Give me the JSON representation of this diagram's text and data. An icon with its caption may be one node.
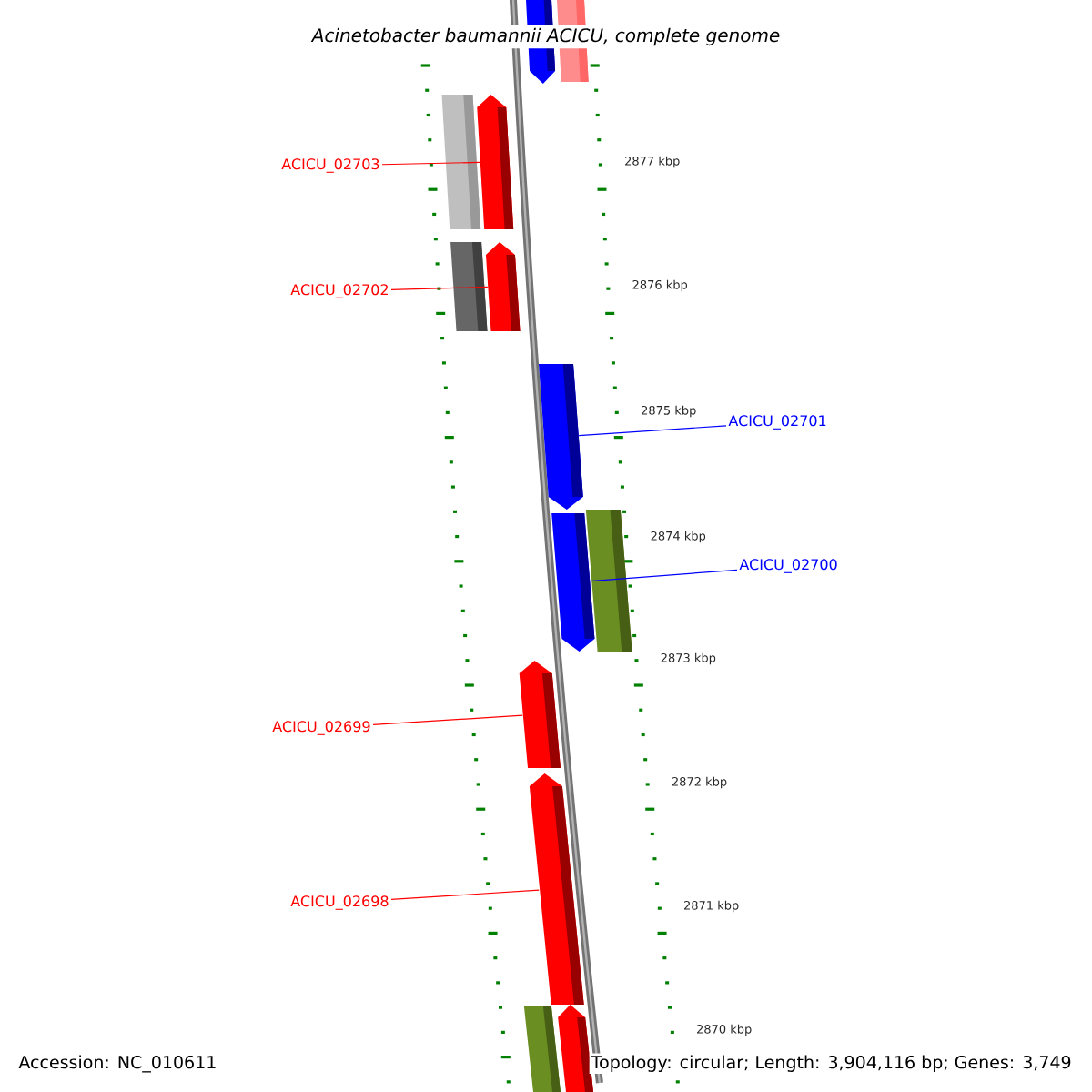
{
  "diagram": {
    "title": "Acinetobacter baumannii ACICU, complete genome",
    "nodes": [
      {
        "text": [],
        "shape": "arrow"
      },
      {
        "text": [],
        "shape": "bar"
      },
      {
        "text": [
          "ACICU_02703"
        ]
      },
      {
        "text": [],
        "shape": "bar"
      },
      {
        "text": [],
        "shape": "arrow"
      },
      {
        "text": [
          "ACICU_02702"
        ]
      },
      {
        "text": [],
        "shape": "bar"
      },
      {
        "text": [],
        "shape": "arrow"
      },
      {
        "text": [
          "ACICU_02701"
        ]
      },
      {
        "text": [],
        "shape": "arrow"
      },
      {
        "text": [
          "ACICU_02700"
        ]
      },
      {
        "text": [],
        "shape": "arrow"
      },
      {
        "text": [],
        "shape": "bar"
      },
      {
        "text": [
          "ACICU_02699"
        ]
      },
      {
        "text": [],
        "shape": "arrow"
      },
      {
        "text": [
          "ACICU_02698"
        ]
      },
      {
        "text": [],
        "shape": "arrow"
      },
      {
        "text": [],
        "shape": "bar"
      },
      {
        "text": [],
        "shape": "arrow"
      }
    ],
    "edges": [
      {
        "from": 2,
        "to": 4,
        "arrow": "none"
      },
      {
        "from": 5,
        "to": 7,
        "arrow": "none"
      },
      {
        "from": 8,
        "to": 9,
        "arrow": "none",
        "color": "#0000ff"
      },
      {
        "from": 10,
        "to": 11,
        "arrow": "none",
        "color": "#0000ff"
      },
      {
        "from": 13,
        "to": 14,
        "arrow": "none"
      },
      {
        "from": 15,
        "to": 16,
        "arrow": "none"
      }
    ],
    "labels": [
      "Accession: NC_010611",
      "Topology: circular; Length: 3,904,116 bp; Genes: 3,749",
      "2877 kbp",
      "2876 kbp",
      "2875 kbp",
      "2874 kbp",
      "2873 kbp",
      "2872 kbp",
      "2871 kbp",
      "2870 kbp"
    ]
  }
}
